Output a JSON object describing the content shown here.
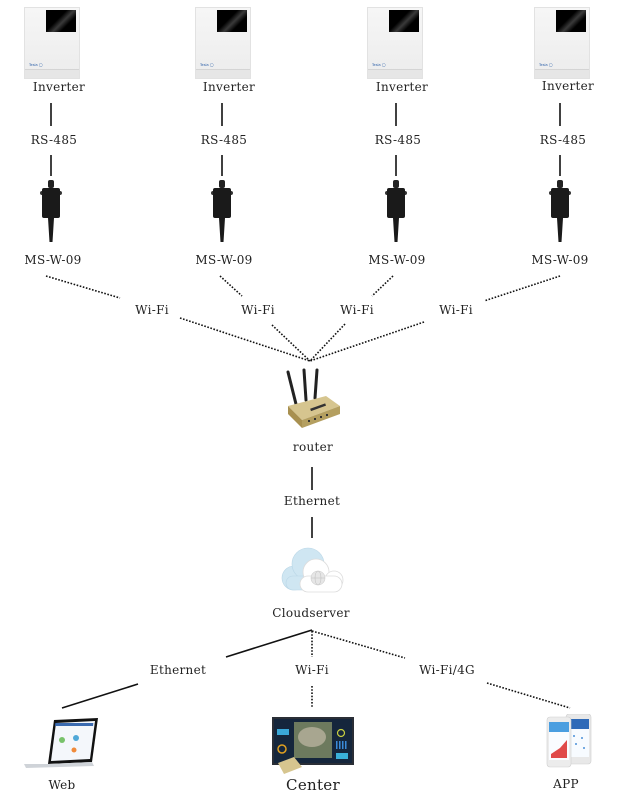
{
  "inverters": [
    {
      "label": "Inverter",
      "link": "RS-485",
      "gateway": "MS-W-09"
    },
    {
      "label": "Inverter",
      "link": "RS-485",
      "gateway": "MS-W-09"
    },
    {
      "label": "Inverter",
      "link": "RS-485",
      "gateway": "MS-W-09"
    },
    {
      "label": "Inverter",
      "link": "RS-485",
      "gateway": "MS-W-09"
    }
  ],
  "inverter_brand": "Tesla ◯",
  "wifi_links": [
    "Wi-Fi",
    "Wi-Fi",
    "Wi-Fi",
    "Wi-Fi"
  ],
  "router": {
    "label": "router"
  },
  "router_link": "Ethernet",
  "cloud": {
    "label": "Cloudserver"
  },
  "clients": [
    {
      "label": "Web",
      "link": "Ethernet",
      "icon": "laptop-icon"
    },
    {
      "label": "Center",
      "link": "Wi-Fi",
      "icon": "monitor-screen-icon"
    },
    {
      "label": "APP",
      "link": "Wi-Fi/4G",
      "icon": "smartphone-icon"
    }
  ],
  "colors": {
    "line": "#111111",
    "inverter_body": "#f2f2f2",
    "router_body": "#c8b37a",
    "cloud": "#cfe6f2"
  }
}
